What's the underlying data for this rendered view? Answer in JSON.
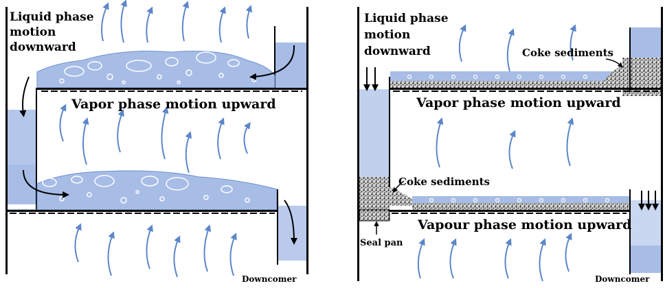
{
  "left_panel": {
    "label_liquid": [
      "Liquid phase",
      "motion",
      "downward"
    ],
    "label_vapor": "Vapor phase motion upward",
    "label_downcomer": "Downcomer"
  },
  "right_panel": {
    "label_liquid": [
      "Liquid phase",
      "motion",
      "downward"
    ],
    "label_coke_top": "Coke sediments",
    "label_vapor_top": "Vapor phase motion upward",
    "label_coke_bottom": "Coke sediments",
    "label_vapor_bottom": "Vapour phase motion upward",
    "label_seal_pan": "Seal pan",
    "label_downcomer": "Downcomer"
  },
  "colors": {
    "liquid": "#a7bde6",
    "liquid_edge": "#6d8fd0",
    "arrow": "#5b86c9",
    "coke": "#3a3a3a",
    "tray": "#000000"
  }
}
